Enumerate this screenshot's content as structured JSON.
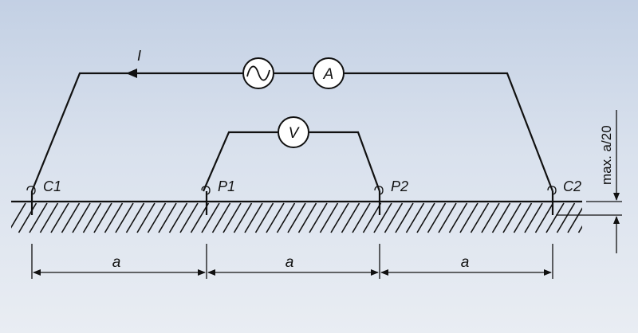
{
  "labels": {
    "current": "I",
    "ammeter": "A",
    "voltmeter": "V",
    "c1": "C1",
    "p1": "P1",
    "p2": "P2",
    "c2": "C2",
    "spacing_1": "a",
    "spacing_2": "a",
    "spacing_3": "a",
    "depth_note": "max. a/20"
  },
  "icons": {
    "ac_source": "ac-source-icon"
  },
  "colors": {
    "background_top": "#c3d0e4",
    "background_bottom": "#e9edf3",
    "line": "#111111"
  }
}
